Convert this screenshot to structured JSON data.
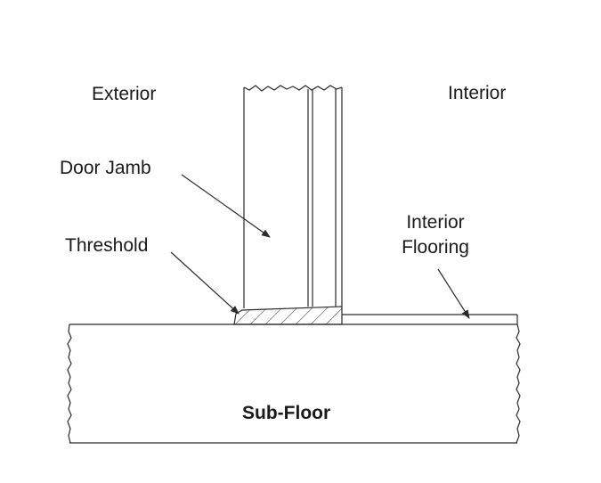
{
  "labels": {
    "exterior": "Exterior",
    "interior": "Interior",
    "door_jamb": "Door Jamb",
    "threshold": "Threshold",
    "interior_flooring_line1": "Interior",
    "interior_flooring_line2": "Flooring",
    "sub_floor": "Sub-Floor"
  },
  "colors": {
    "line": "#2b2b2b",
    "background": "#ffffff",
    "text": "#1a1a1a"
  }
}
